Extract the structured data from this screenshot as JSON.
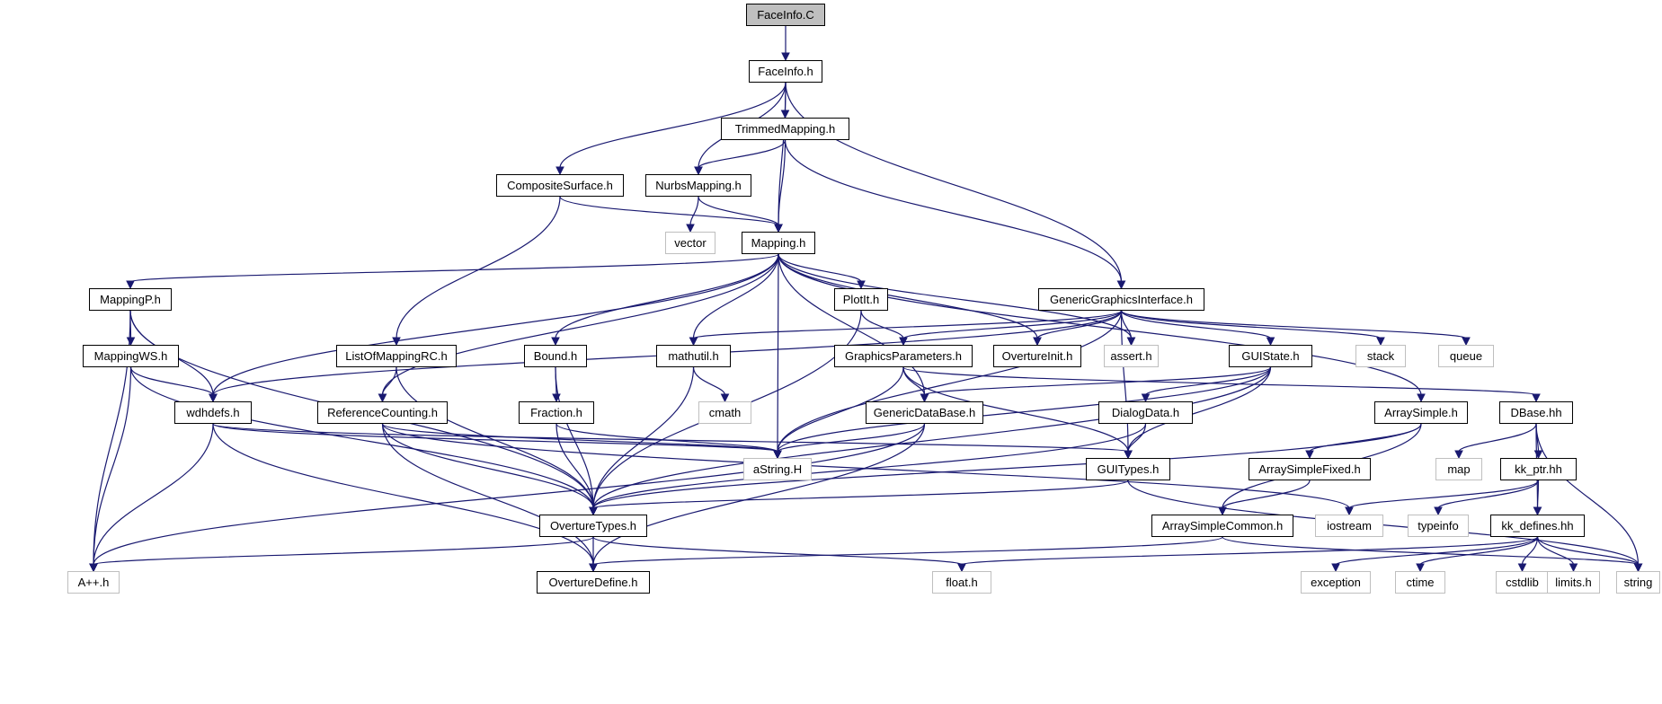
{
  "graph": {
    "edge_color": "#191970",
    "nodes": [
      {
        "id": "root",
        "label": "FaceInfo.C",
        "kind": "root"
      },
      {
        "id": "faceinfo_h",
        "label": "FaceInfo.h",
        "kind": "doc"
      },
      {
        "id": "trimmed",
        "label": "TrimmedMapping.h",
        "kind": "doc"
      },
      {
        "id": "composite",
        "label": "CompositeSurface.h",
        "kind": "doc"
      },
      {
        "id": "nurbs",
        "label": "NurbsMapping.h",
        "kind": "doc"
      },
      {
        "id": "vector",
        "label": "vector",
        "kind": "ext"
      },
      {
        "id": "mapping",
        "label": "Mapping.h",
        "kind": "doc"
      },
      {
        "id": "mappingp",
        "label": "MappingP.h",
        "kind": "doc"
      },
      {
        "id": "plotit",
        "label": "PlotIt.h",
        "kind": "doc"
      },
      {
        "id": "ggi",
        "label": "GenericGraphicsInterface.h",
        "kind": "doc"
      },
      {
        "id": "mappingws",
        "label": "MappingWS.h",
        "kind": "doc"
      },
      {
        "id": "listofmapping",
        "label": "ListOfMappingRC.h",
        "kind": "doc"
      },
      {
        "id": "bound",
        "label": "Bound.h",
        "kind": "doc"
      },
      {
        "id": "mathutil",
        "label": "mathutil.h",
        "kind": "doc"
      },
      {
        "id": "graphicsparams",
        "label": "GraphicsParameters.h",
        "kind": "doc"
      },
      {
        "id": "overtureinit",
        "label": "OvertureInit.h",
        "kind": "doc"
      },
      {
        "id": "assert",
        "label": "assert.h",
        "kind": "ext"
      },
      {
        "id": "stack",
        "label": "stack",
        "kind": "ext"
      },
      {
        "id": "queue",
        "label": "queue",
        "kind": "ext"
      },
      {
        "id": "guistate",
        "label": "GUIState.h",
        "kind": "doc"
      },
      {
        "id": "wdhdefs",
        "label": "wdhdefs.h",
        "kind": "doc"
      },
      {
        "id": "refcount",
        "label": "ReferenceCounting.h",
        "kind": "doc"
      },
      {
        "id": "fraction",
        "label": "Fraction.h",
        "kind": "doc"
      },
      {
        "id": "cmath",
        "label": "cmath",
        "kind": "ext"
      },
      {
        "id": "gdb",
        "label": "GenericDataBase.h",
        "kind": "doc"
      },
      {
        "id": "dialogdata",
        "label": "DialogData.h",
        "kind": "doc"
      },
      {
        "id": "arraysimple",
        "label": "ArraySimple.h",
        "kind": "doc"
      },
      {
        "id": "dbase",
        "label": "DBase.hh",
        "kind": "doc"
      },
      {
        "id": "astring",
        "label": "aString.H",
        "kind": "ext"
      },
      {
        "id": "guitypes",
        "label": "GUITypes.h",
        "kind": "doc"
      },
      {
        "id": "arraysimplefixed",
        "label": "ArraySimpleFixed.h",
        "kind": "doc"
      },
      {
        "id": "map",
        "label": "map",
        "kind": "ext"
      },
      {
        "id": "kkptr",
        "label": "kk_ptr.hh",
        "kind": "doc"
      },
      {
        "id": "overturetypes",
        "label": "OvertureTypes.h",
        "kind": "doc"
      },
      {
        "id": "iostream",
        "label": "iostream",
        "kind": "ext"
      },
      {
        "id": "arraysimplecommon",
        "label": "ArraySimpleCommon.h",
        "kind": "doc"
      },
      {
        "id": "typeinfo",
        "label": "typeinfo",
        "kind": "ext"
      },
      {
        "id": "kkdefines",
        "label": "kk_defines.hh",
        "kind": "doc"
      },
      {
        "id": "app",
        "label": "A++.h",
        "kind": "ext"
      },
      {
        "id": "overturedefine",
        "label": "OvertureDefine.h",
        "kind": "doc"
      },
      {
        "id": "float",
        "label": "float.h",
        "kind": "ext"
      },
      {
        "id": "exception",
        "label": "exception",
        "kind": "ext"
      },
      {
        "id": "ctime",
        "label": "ctime",
        "kind": "ext"
      },
      {
        "id": "cstdlib",
        "label": "cstdlib",
        "kind": "ext"
      },
      {
        "id": "limits",
        "label": "limits.h",
        "kind": "ext"
      },
      {
        "id": "string",
        "label": "string",
        "kind": "ext"
      }
    ],
    "edges": [
      [
        "root",
        "faceinfo_h"
      ],
      [
        "faceinfo_h",
        "trimmed"
      ],
      [
        "faceinfo_h",
        "composite"
      ],
      [
        "faceinfo_h",
        "nurbs"
      ],
      [
        "faceinfo_h",
        "mapping"
      ],
      [
        "faceinfo_h",
        "ggi"
      ],
      [
        "trimmed",
        "nurbs"
      ],
      [
        "trimmed",
        "mapping"
      ],
      [
        "trimmed",
        "ggi"
      ],
      [
        "composite",
        "mapping"
      ],
      [
        "composite",
        "listofmapping"
      ],
      [
        "nurbs",
        "vector"
      ],
      [
        "nurbs",
        "mapping"
      ],
      [
        "mapping",
        "mappingp"
      ],
      [
        "mapping",
        "wdhdefs"
      ],
      [
        "mapping",
        "refcount"
      ],
      [
        "mapping",
        "bound"
      ],
      [
        "mapping",
        "mathutil"
      ],
      [
        "mapping",
        "astring"
      ],
      [
        "mapping",
        "plotit"
      ],
      [
        "mapping",
        "gdb"
      ],
      [
        "mapping",
        "overtureinit"
      ],
      [
        "mapping",
        "assert"
      ],
      [
        "mapping",
        "arraysimple"
      ],
      [
        "mappingp",
        "mappingws"
      ],
      [
        "mappingp",
        "wdhdefs"
      ],
      [
        "mappingp",
        "app"
      ],
      [
        "mappingp",
        "overturetypes"
      ],
      [
        "mappingws",
        "wdhdefs"
      ],
      [
        "mappingws",
        "app"
      ],
      [
        "mappingws",
        "overturetypes"
      ],
      [
        "plotit",
        "graphicsparams"
      ],
      [
        "plotit",
        "overturetypes"
      ],
      [
        "ggi",
        "wdhdefs"
      ],
      [
        "ggi",
        "mathutil"
      ],
      [
        "ggi",
        "graphicsparams"
      ],
      [
        "ggi",
        "overtureinit"
      ],
      [
        "ggi",
        "assert"
      ],
      [
        "ggi",
        "guistate"
      ],
      [
        "ggi",
        "stack"
      ],
      [
        "ggi",
        "queue"
      ],
      [
        "ggi",
        "astring"
      ],
      [
        "ggi",
        "guitypes"
      ],
      [
        "listofmapping",
        "refcount"
      ],
      [
        "listofmapping",
        "overturetypes"
      ],
      [
        "bound",
        "fraction"
      ],
      [
        "bound",
        "overturetypes"
      ],
      [
        "mathutil",
        "cmath"
      ],
      [
        "mathutil",
        "overturetypes"
      ],
      [
        "graphicsparams",
        "gdb"
      ],
      [
        "graphicsparams",
        "astring"
      ],
      [
        "graphicsparams",
        "guitypes"
      ],
      [
        "graphicsparams",
        "dbase"
      ],
      [
        "guistate",
        "gdb"
      ],
      [
        "guistate",
        "dialogdata"
      ],
      [
        "guistate",
        "guitypes"
      ],
      [
        "guistate",
        "astring"
      ],
      [
        "guistate",
        "overturetypes"
      ],
      [
        "wdhdefs",
        "app"
      ],
      [
        "wdhdefs",
        "overturedefine"
      ],
      [
        "wdhdefs",
        "astring"
      ],
      [
        "wdhdefs",
        "guitypes"
      ],
      [
        "refcount",
        "astring"
      ],
      [
        "refcount",
        "overturetypes"
      ],
      [
        "refcount",
        "overturedefine"
      ],
      [
        "refcount",
        "iostream"
      ],
      [
        "fraction",
        "astring"
      ],
      [
        "fraction",
        "overturetypes"
      ],
      [
        "gdb",
        "astring"
      ],
      [
        "gdb",
        "app"
      ],
      [
        "gdb",
        "overturedefine"
      ],
      [
        "dialogdata",
        "guitypes"
      ],
      [
        "dialogdata",
        "overturetypes"
      ],
      [
        "arraysimple",
        "arraysimplefixed"
      ],
      [
        "arraysimple",
        "arraysimplecommon"
      ],
      [
        "arraysimple",
        "overturetypes"
      ],
      [
        "dbase",
        "map"
      ],
      [
        "dbase",
        "kkptr"
      ],
      [
        "dbase",
        "kkdefines"
      ],
      [
        "dbase",
        "string"
      ],
      [
        "guitypes",
        "overturetypes"
      ],
      [
        "guitypes",
        "string"
      ],
      [
        "arraysimplefixed",
        "arraysimplecommon"
      ],
      [
        "kkptr",
        "kkdefines"
      ],
      [
        "kkptr",
        "typeinfo"
      ],
      [
        "kkptr",
        "iostream"
      ],
      [
        "arraysimplecommon",
        "overturedefine"
      ],
      [
        "arraysimplecommon",
        "string"
      ],
      [
        "kkdefines",
        "exception"
      ],
      [
        "kkdefines",
        "ctime"
      ],
      [
        "kkdefines",
        "cstdlib"
      ],
      [
        "kkdefines",
        "limits"
      ],
      [
        "kkdefines",
        "string"
      ],
      [
        "kkdefines",
        "float"
      ],
      [
        "overturetypes",
        "app"
      ],
      [
        "overturetypes",
        "overturedefine"
      ],
      [
        "overturetypes",
        "float"
      ]
    ]
  }
}
